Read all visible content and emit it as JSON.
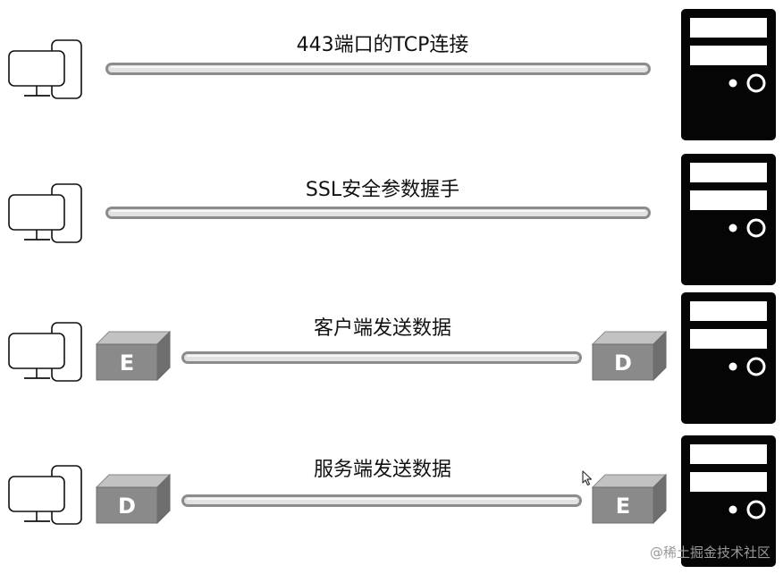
{
  "rows": [
    {
      "label": "443端口的TCP连接",
      "client_box": "",
      "server_box": ""
    },
    {
      "label": "SSL安全参数握手",
      "client_box": "",
      "server_box": ""
    },
    {
      "label": "客户端发送数据",
      "client_box": "E",
      "server_box": "D"
    },
    {
      "label": "服务端发送数据",
      "client_box": "D",
      "server_box": "E"
    }
  ],
  "watermark": "@稀土掘金技术社区",
  "icons": {
    "client": "computer-icon",
    "server": "server-icon",
    "box": "cube-icon",
    "cursor": "mouse-cursor-icon"
  },
  "colors": {
    "pipe_outer": "#8c8c8c",
    "pipe_inner": "#e2e2e2",
    "server": "#050505",
    "box_front": "#8a8a8a",
    "box_top": "#c2c2c2",
    "box_side": "#6e6e6e"
  }
}
